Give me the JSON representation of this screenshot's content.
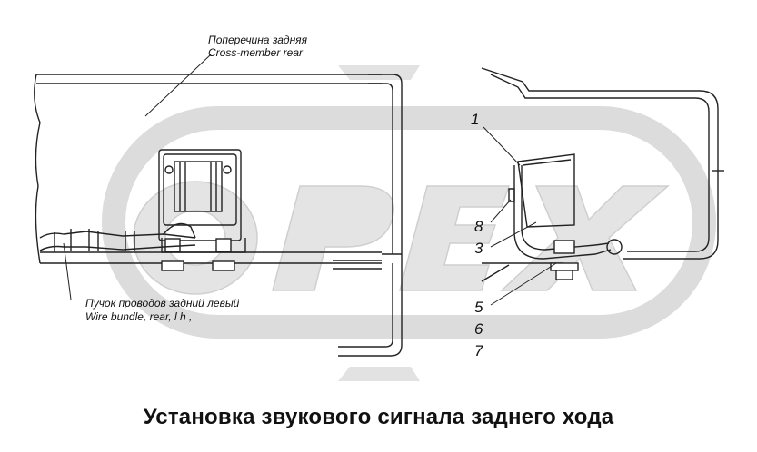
{
  "callouts": {
    "cross_member_ru": "Поперечина задняя",
    "cross_member_en": "Cross-member  rear",
    "wire_bundle_ru": "Пучок проводов задний левый",
    "wire_bundle_en": "Wire bundle, rear, l h ,"
  },
  "numbers": [
    "1",
    "8",
    "3",
    "5",
    "6",
    "7"
  ],
  "watermark": "OPEX",
  "caption": "Установка звукового сигнала заднего хода"
}
